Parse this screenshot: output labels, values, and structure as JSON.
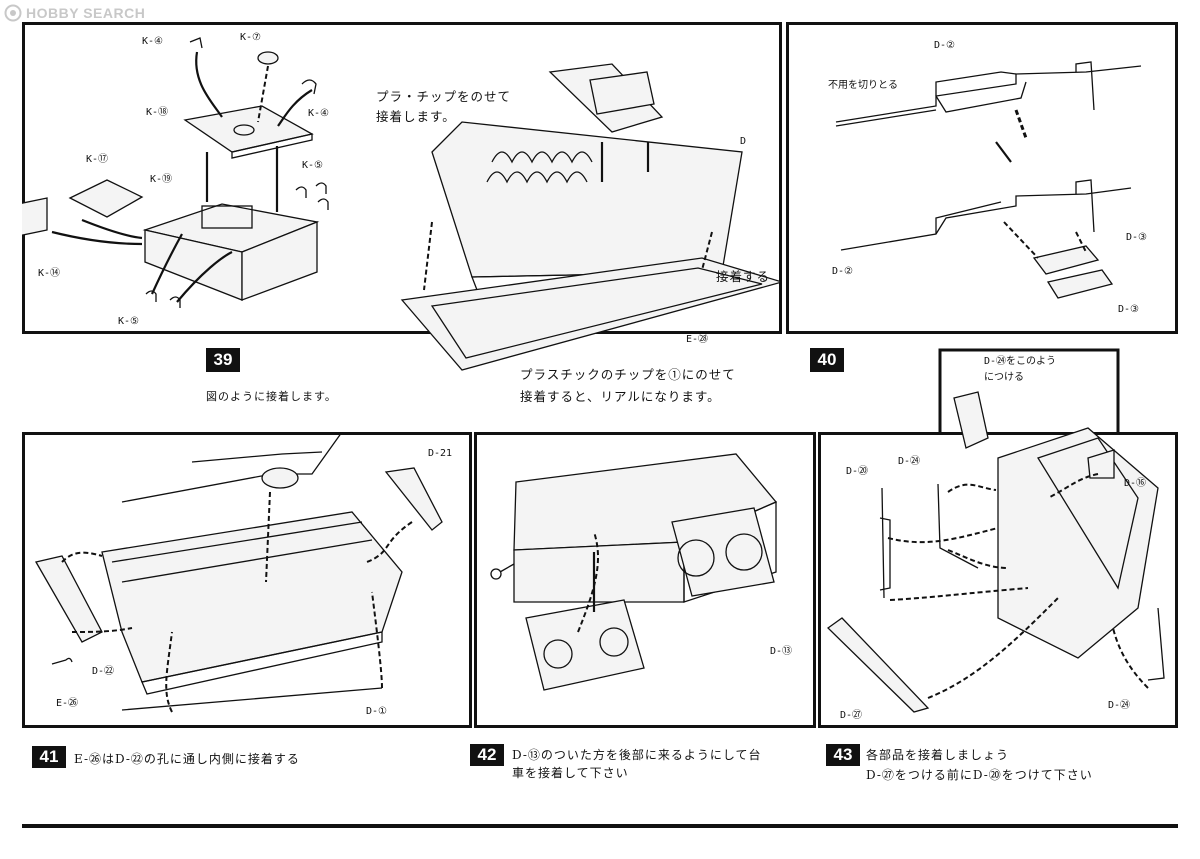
{
  "watermark": {
    "text": "HOBBY SEARCH"
  },
  "steps": [
    {
      "number": "39",
      "caption": "図のように接着します。",
      "notes": [
        "プラ・チップをのせて",
        "接着します。",
        "プラスチックのチップを①にのせて",
        "接着すると、リアルになります。",
        "接着する"
      ],
      "labels": [
        "K-④",
        "K-⑦",
        "K-⑱",
        "K-④",
        "K-⑰",
        "K-⑲",
        "K-⑤",
        "K-⑭",
        "K-⑤",
        "D",
        "E-㉘"
      ]
    },
    {
      "number": "40",
      "labels": [
        "D-②",
        "不用を切りとる",
        "D-③",
        "D-②",
        "D-③"
      ]
    },
    {
      "number": "41",
      "caption": "E-㉖はD-㉒の孔に通し内側に接着する",
      "labels": [
        "D-21",
        "D-㉒",
        "E-㉖",
        "D-①"
      ]
    },
    {
      "number": "42",
      "caption_lines": [
        "D-⑬のついた方を後部に来るようにして台",
        "車を接着して下さい"
      ],
      "labels": [
        "D-⑬"
      ]
    },
    {
      "number": "43",
      "caption_lines": [
        "各部品を接着しましょう",
        "D-㉗をつける前にD-⑳をつけて下さい"
      ],
      "labels": [
        "D-㉔をこのよう",
        "につける",
        "D-⑳",
        "D-㉔",
        "D-⑯",
        "D-㉗",
        "D-㉔"
      ]
    }
  ]
}
